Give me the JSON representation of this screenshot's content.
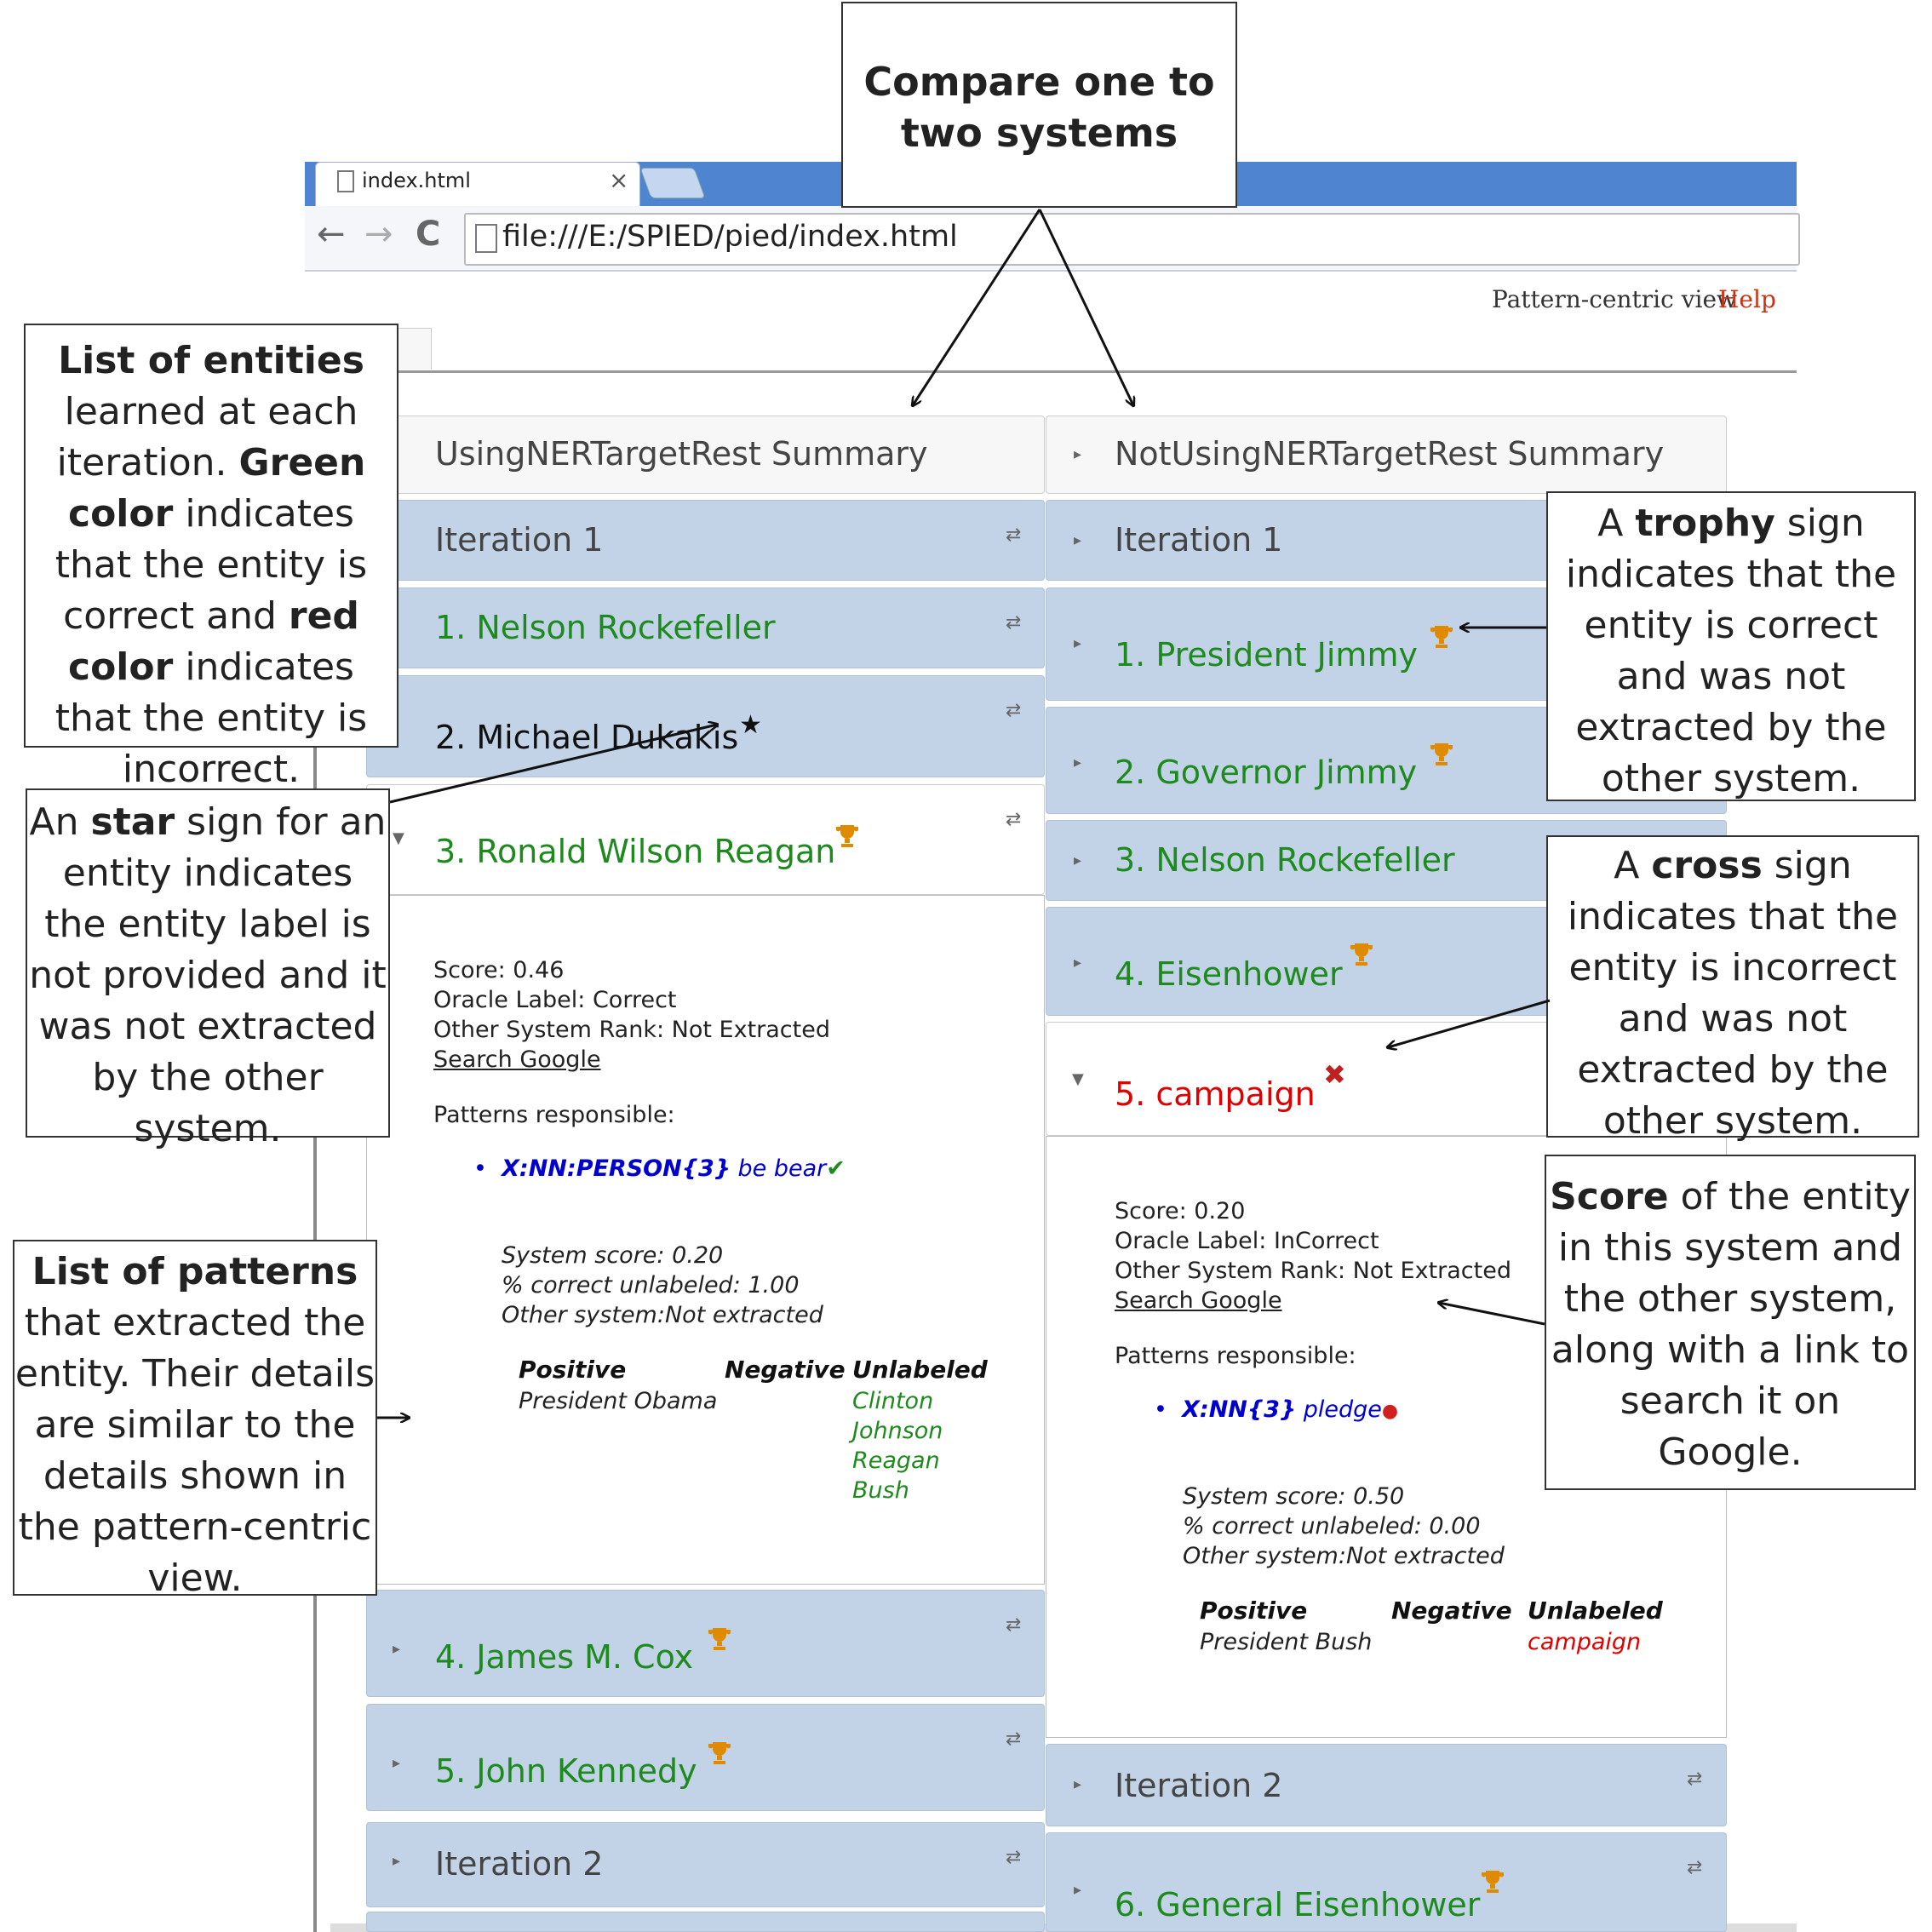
{
  "browser": {
    "tab_title": "index.html",
    "tab_close": "×",
    "url": "file:///E:/SPIED/pied/index.html",
    "back": "←",
    "forward": "→",
    "reload": "C"
  },
  "topnav": {
    "pattern_view": "Pattern-centric view",
    "help": "Help"
  },
  "left": {
    "summary": "UsingNERTargetRest Summary",
    "iteration1": "Iteration 1",
    "entities": [
      {
        "label": "1. Nelson Rockefeller"
      },
      {
        "label": "2. Michael Dukakis"
      },
      {
        "label": "3. Ronald Wilson Reagan"
      },
      {
        "label": "4. James M. Cox"
      },
      {
        "label": "5. John Kennedy"
      }
    ],
    "iteration2": "Iteration 2",
    "detail": {
      "score": "Score: 0.46",
      "oracle": "Oracle Label: Correct",
      "other_rank": "Other System Rank: Not Extracted",
      "search": "Search Google",
      "patterns_heading": "Patterns responsible:",
      "pattern_bold": "X:NN:PERSON{3}",
      "pattern_rest": " be bear",
      "system_score": "System score: 0.20",
      "pct_correct": "% correct unlabeled: 1.00",
      "other_system": "Other system:Not extracted",
      "col_positive": "Positive",
      "col_negative": "Negative",
      "col_unlabeled": "Unlabeled",
      "positive": [
        "President Obama"
      ],
      "unlabeled": [
        "Clinton",
        "Johnson",
        "Reagan",
        "Bush"
      ]
    }
  },
  "right": {
    "summary": "NotUsingNERTargetRest Summary",
    "iteration1": "Iteration 1",
    "entities": [
      {
        "label": "1. President Jimmy"
      },
      {
        "label": "2. Governor Jimmy"
      },
      {
        "label": "3. Nelson Rockefeller"
      },
      {
        "label": "4. Eisenhower"
      },
      {
        "label": "5. campaign"
      }
    ],
    "iteration2": "Iteration 2",
    "entity6": "6. General Eisenhower",
    "detail": {
      "score": "Score: 0.20",
      "oracle": "Oracle Label: InCorrect",
      "other_rank": "Other System Rank: Not Extracted",
      "search": "Search Google",
      "patterns_heading": "Patterns responsible:",
      "pattern_bold": "X:NN{3}",
      "pattern_rest": " pledge",
      "system_score": "System score: 0.50",
      "pct_correct": "% correct unlabeled: 0.00",
      "other_system": "Other system:Not extracted",
      "col_positive": "Positive",
      "col_negative": "Negative",
      "col_unlabeled": "Unlabeled",
      "positive": [
        "President Bush"
      ],
      "unlabeled": [
        "campaign"
      ]
    }
  },
  "callouts": {
    "compare": "Compare one to two systems",
    "entities_list": {
      "p1": "List of entities",
      "p2": " learned at each iteration. ",
      "p3": "Green color",
      "p4": " indicates that the entity is correct and ",
      "p5": "red color",
      "p6": " indicates that the entity is incorrect."
    },
    "star": {
      "p1": "An ",
      "p2": "star",
      "p3": " sign for an entity indicates the entity label is not provided and it was not extracted by the other system."
    },
    "patterns": {
      "p1": "List of patterns",
      "p2": " that extracted the entity. Their details are similar to the details shown in the pattern-centric view."
    },
    "trophy": {
      "p1": "A ",
      "p2": "trophy",
      "p3": " sign indicates that the entity is correct and was not extracted by the other system."
    },
    "cross": {
      "p1": "A ",
      "p2": "cross",
      "p3": " sign indicates that the entity is incorrect and was not extracted by the other system."
    },
    "score": {
      "p1": "Score",
      "p2": " of the entity in this system and the other system, along with a link to search it on Google."
    }
  },
  "colors": {
    "correct": "#1e8a1e",
    "incorrect": "#e00000",
    "header_bg": "#c2d3e8",
    "pattern": "#0000d0",
    "trophy": "#e08a00"
  }
}
